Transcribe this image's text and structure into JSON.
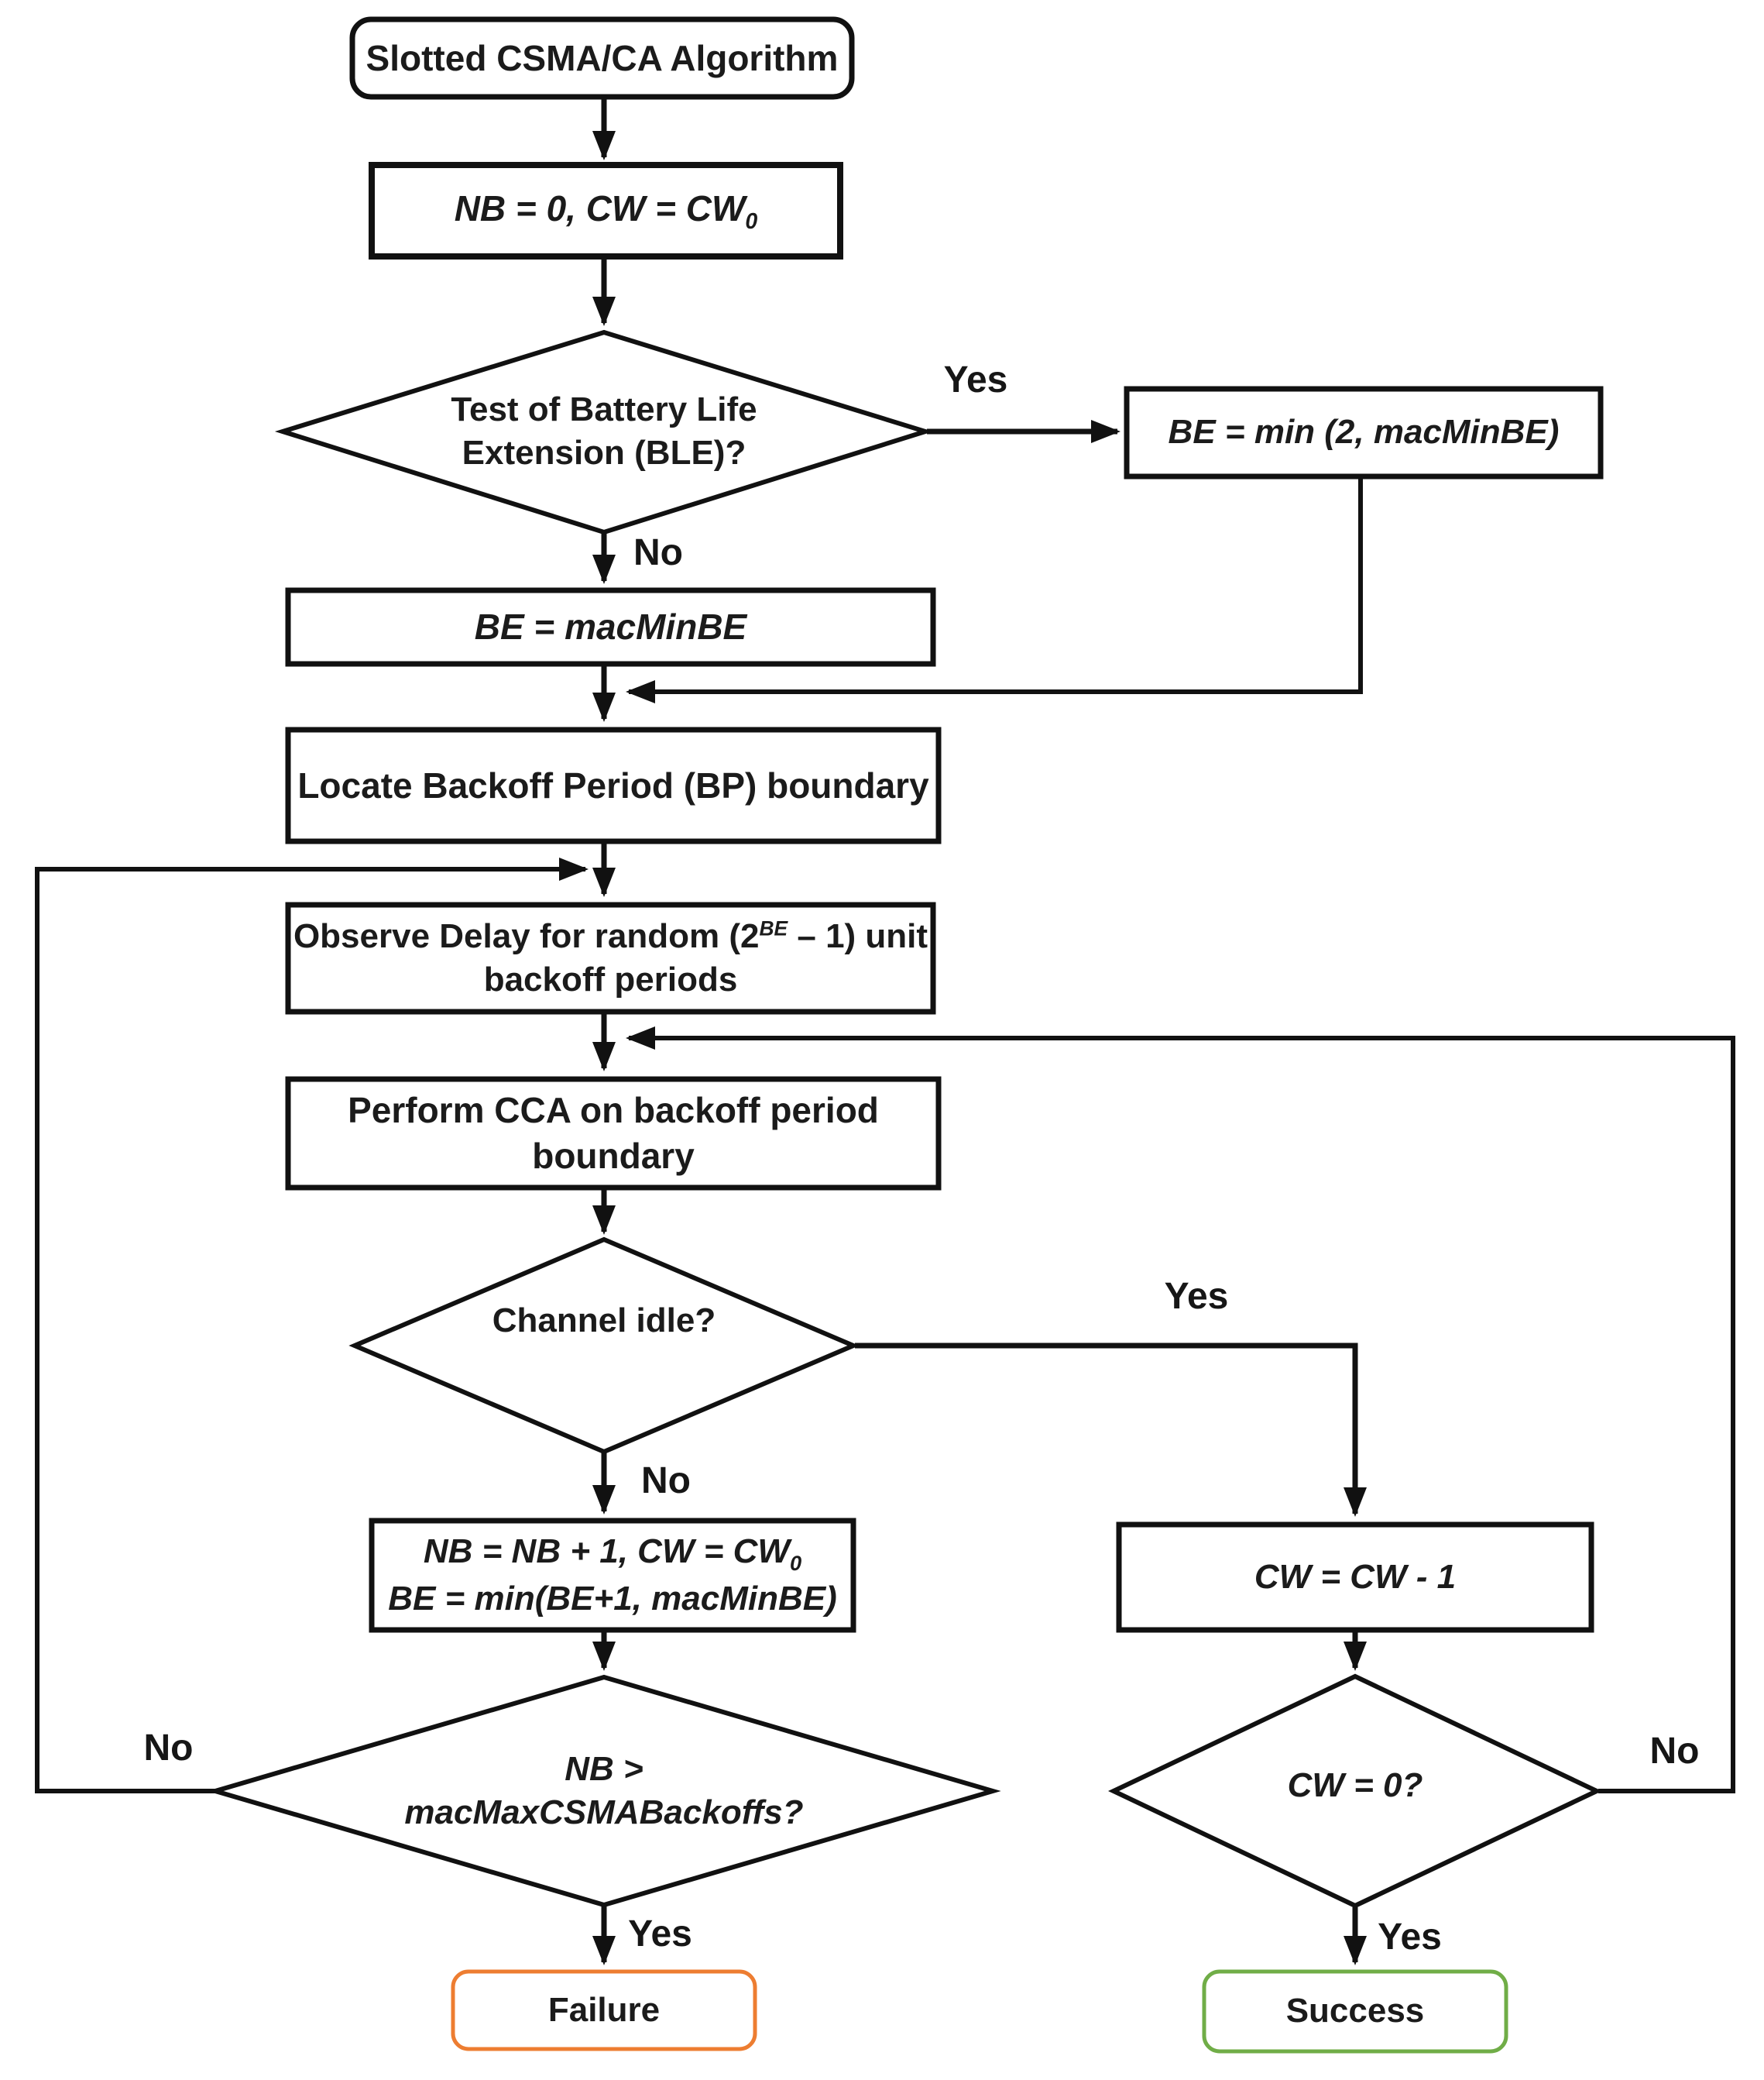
{
  "diagram": {
    "type": "flowchart",
    "title": "Slotted CSMA/CA Algorithm"
  },
  "nodes": {
    "start": {
      "label": "Slotted CSMA/CA Algorithm"
    },
    "init": {
      "label": "NB = 0, CW = CW",
      "sub": "0"
    },
    "ble_decision": {
      "line1": "Test of Battery Life",
      "line2": "Extension (BLE)?"
    },
    "be_min": {
      "label": "BE = min (2, macMinBE)"
    },
    "be_mac": {
      "label": "BE = macMinBE"
    },
    "locate": {
      "label": "Locate Backoff Period (BP) boundary"
    },
    "observe": {
      "line1_pre": "Observe Delay for random (2",
      "line1_sup": "BE",
      "line1_post": " – 1) unit",
      "line2": "backoff periods"
    },
    "perform": {
      "label": "Perform CCA on backoff period boundary"
    },
    "channel_decision": {
      "label": "Channel idle?"
    },
    "nb_update": {
      "line1": "NB = NB + 1, CW = CW",
      "line1_sub": "0",
      "line2": "BE = min(BE+1, macMinBE)"
    },
    "nb_decision": {
      "line1": "NB >",
      "line2": "macMaxCSMABackoffs?"
    },
    "cw_update": {
      "label": "CW = CW - 1"
    },
    "cw_decision": {
      "label": "CW =  0?"
    },
    "failure": {
      "label": "Failure"
    },
    "success": {
      "label": "Success"
    }
  },
  "edge_labels": {
    "ble_yes": "Yes",
    "ble_no": "No",
    "channel_yes": "Yes",
    "channel_no": "No",
    "nb_no": "No",
    "nb_yes": "Yes",
    "cw_no": "No",
    "cw_yes": "Yes"
  },
  "colors": {
    "line": "#111111",
    "node_border": "#111111",
    "node_fill": "#ffffff",
    "failure_border": "#ED7D31",
    "success_border": "#70AD47",
    "text": "#1b1b1b"
  }
}
